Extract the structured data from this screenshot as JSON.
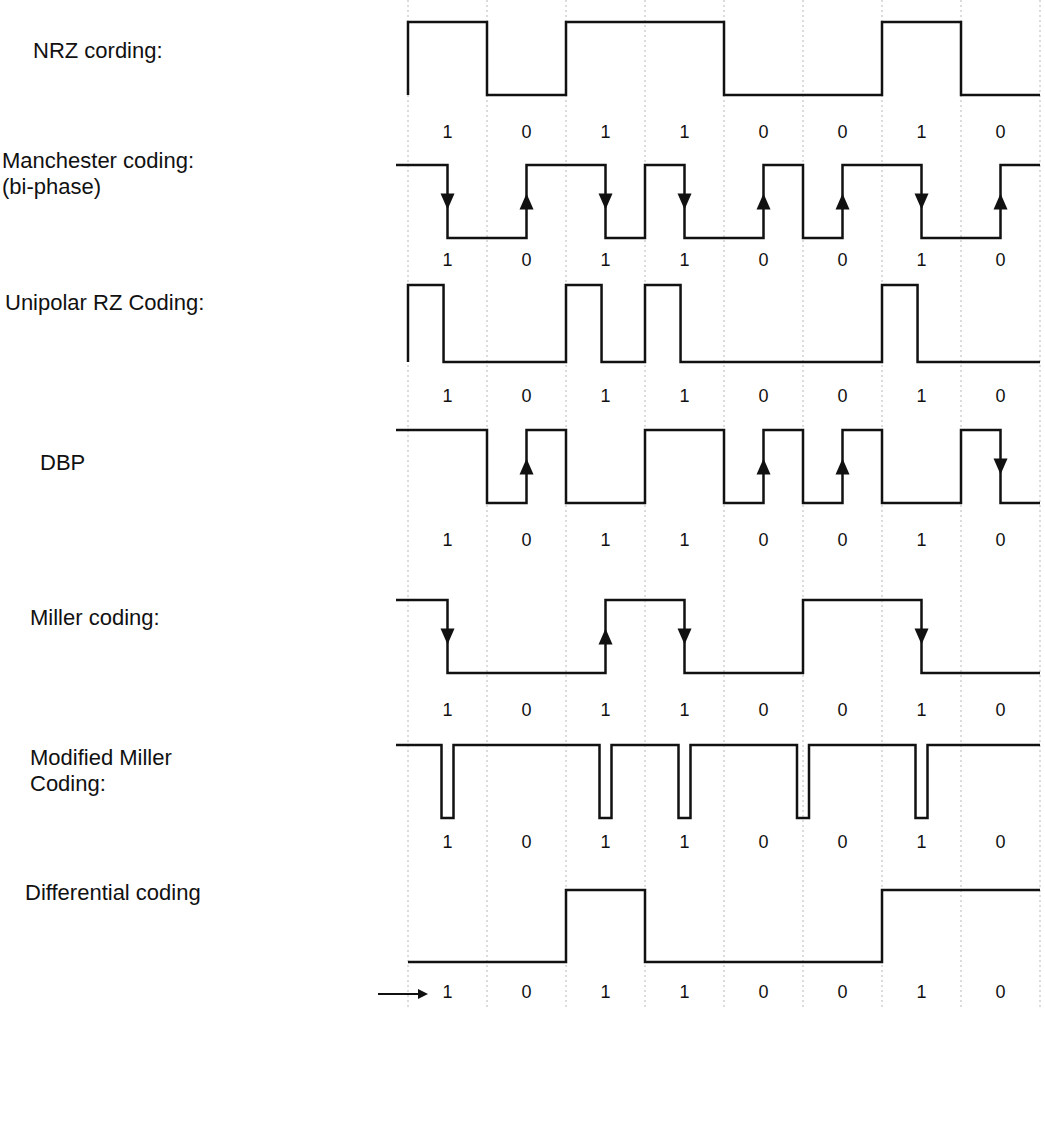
{
  "diagram": {
    "labels": [
      "NRZ cording:",
      "1",
      "0",
      "1",
      "1",
      "0",
      "0",
      "1",
      "0",
      "Manchester coding: (bi-phase)",
      "1",
      "0",
      "1",
      "1",
      "0",
      "0",
      "1",
      "0",
      "Unipolar RZ Coding:",
      "1",
      "0",
      "1",
      "1",
      "0",
      "0",
      "1",
      "0",
      "DBP",
      "1",
      "0",
      "1",
      "1",
      "0",
      "0",
      "1",
      "0",
      "Miller coding:",
      "1",
      "0",
      "1",
      "1",
      "0",
      "0",
      "1",
      "0",
      "Modified Miller Coding:",
      "1",
      "0",
      "1",
      "1",
      "0",
      "0",
      "1",
      "0",
      "Differential coding",
      "1",
      "0",
      "1",
      "1",
      "0",
      "0",
      "1",
      "0"
    ]
  }
}
